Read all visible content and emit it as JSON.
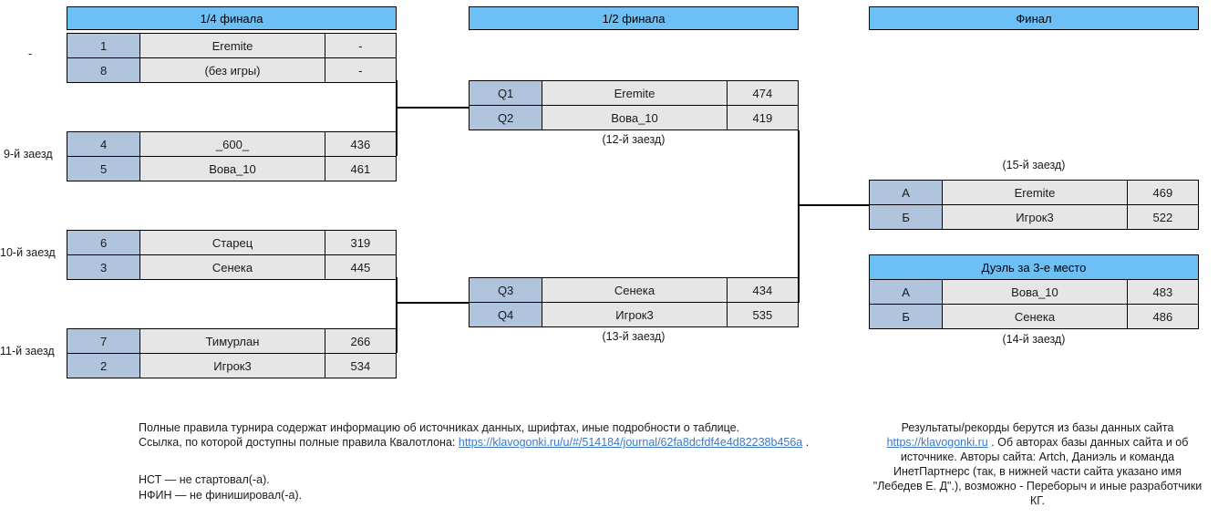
{
  "columns": {
    "quarterfinal": "1/4 финала",
    "semifinal": "1/2 финала",
    "final": "Финал",
    "third_place": "Дуэль за 3-е место"
  },
  "round_labels": {
    "bye": "-",
    "race9": "9-й заезд",
    "race10": "10-й заезд",
    "race11": "11-й заезд"
  },
  "captions": {
    "race12": "(12-й заезд)",
    "race13": "(13-й заезд)",
    "race14": "(14-й заезд)",
    "race15": "(15-й заезд)"
  },
  "quarterfinals": [
    {
      "id": "qf-bye",
      "rows": [
        {
          "seed": "1",
          "name": "Eremite",
          "score": "-"
        },
        {
          "seed": "8",
          "name": "(без игры)",
          "score": "-"
        }
      ]
    },
    {
      "id": "qf-race9",
      "rows": [
        {
          "seed": "4",
          "name": "_600_",
          "score": "436"
        },
        {
          "seed": "5",
          "name": "Вова_10",
          "score": "461"
        }
      ]
    },
    {
      "id": "qf-race10",
      "rows": [
        {
          "seed": "6",
          "name": "Старец",
          "score": "319"
        },
        {
          "seed": "3",
          "name": "Сенека",
          "score": "445"
        }
      ]
    },
    {
      "id": "qf-race11",
      "rows": [
        {
          "seed": "7",
          "name": "Тимурлан",
          "score": "266"
        },
        {
          "seed": "2",
          "name": "Игрок3",
          "score": "534"
        }
      ]
    }
  ],
  "semifinals": [
    {
      "id": "sf-race12",
      "rows": [
        {
          "seed": "Q1",
          "name": "Eremite",
          "score": "474"
        },
        {
          "seed": "Q2",
          "name": "Вова_10",
          "score": "419"
        }
      ]
    },
    {
      "id": "sf-race13",
      "rows": [
        {
          "seed": "Q3",
          "name": "Сенека",
          "score": "434"
        },
        {
          "seed": "Q4",
          "name": "Игрок3",
          "score": "535"
        }
      ]
    }
  ],
  "final": {
    "id": "final-race15",
    "rows": [
      {
        "seed": "А",
        "name": "Eremite",
        "score": "469"
      },
      {
        "seed": "Б",
        "name": "Игрок3",
        "score": "522"
      }
    ]
  },
  "third_place": {
    "id": "third-race14",
    "rows": [
      {
        "seed": "А",
        "name": "Вова_10",
        "score": "483"
      },
      {
        "seed": "Б",
        "name": "Сенека",
        "score": "486"
      }
    ]
  },
  "notes": {
    "left_line1": "Полные правила турнира содержат информацию об источниках данных, шрифтах, иные подробности о таблице.",
    "left_line2_prefix": "Ссылка, по которой доступны полные правила Квалотлона: ",
    "left_line2_link": "https://klavogonki.ru/u/#/514184/journal/62fa8dcfdf4e4d82238b456a",
    "left_line2_suffix": " .",
    "abbr_line1": "НСТ — не стартовал(-а).",
    "abbr_line2": "НФИН — не финишировал(-а).",
    "right_part1": "Результаты/рекорды берутся из базы данных сайта ",
    "right_link": "https://klavogonki.ru",
    "right_part2": " . Об авторах базы данных сайта и об источнике. Авторы сайта: Artch, Даниэль и команда ИнетПартнерс (так, в нижней части сайта указано имя \"Лебедев Е. Д\".), возможно - Переборыч и иные разработчики КГ."
  },
  "colors": {
    "header_blue": "#6cc0f5",
    "seed_blue": "#b0c4de",
    "cell_gray": "#e6e6e6",
    "link": "#3b78c3",
    "line": "#000000"
  }
}
